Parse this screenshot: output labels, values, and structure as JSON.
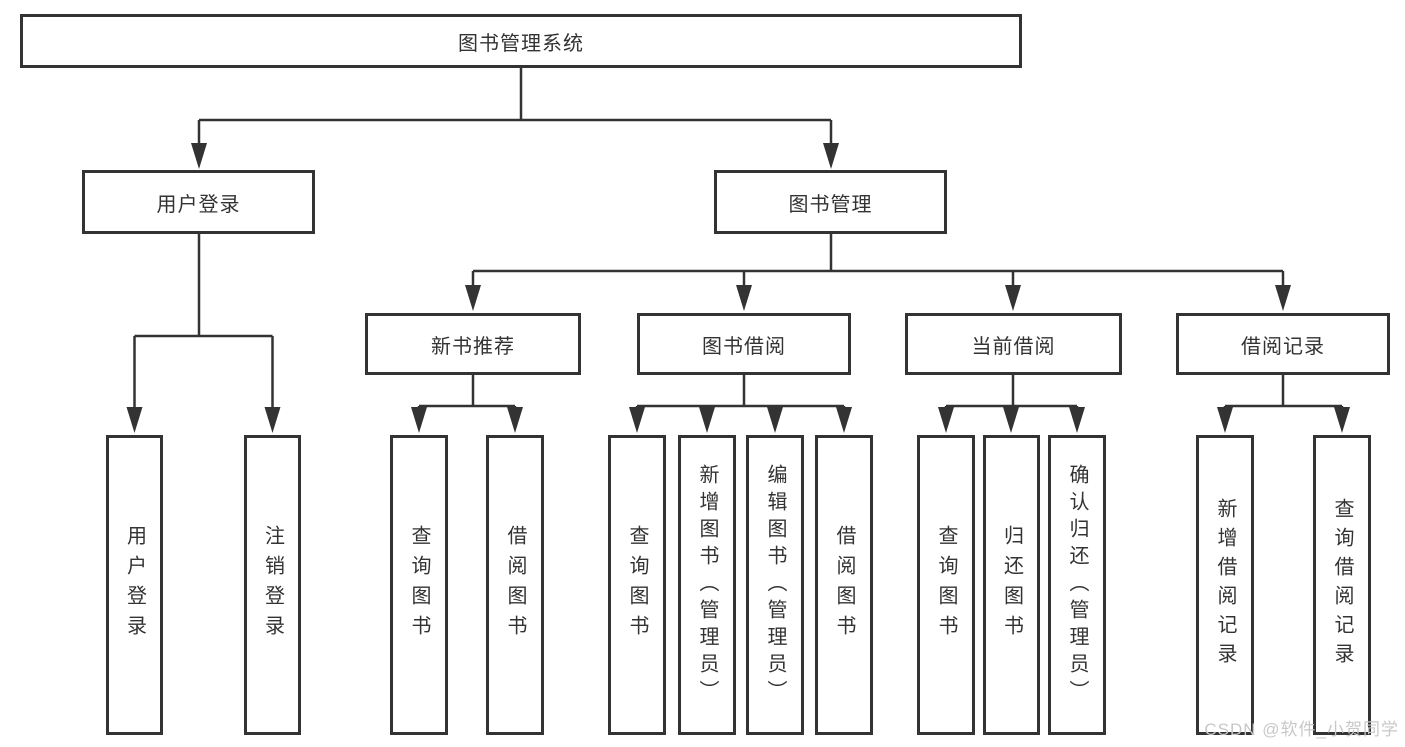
{
  "tree": {
    "root": {
      "label": "图书管理系统",
      "children": [
        {
          "label": "用户登录",
          "children": [
            {
              "label": "用户登录"
            },
            {
              "label": "注销登录"
            }
          ]
        },
        {
          "label": "图书管理",
          "children": [
            {
              "label": "新书推荐",
              "children": [
                {
                  "label": "查询图书"
                },
                {
                  "label": "借阅图书"
                }
              ]
            },
            {
              "label": "图书借阅",
              "children": [
                {
                  "label": "查询图书"
                },
                {
                  "label": "新增图书（管理员）"
                },
                {
                  "label": "编辑图书（管理员）"
                },
                {
                  "label": "借阅图书"
                }
              ]
            },
            {
              "label": "当前借阅",
              "children": [
                {
                  "label": "查询图书"
                },
                {
                  "label": "归还图书"
                },
                {
                  "label": "确认归还（管理员）"
                }
              ]
            },
            {
              "label": "借阅记录",
              "children": [
                {
                  "label": "新增借阅记录"
                },
                {
                  "label": "查询借阅记录"
                }
              ]
            }
          ]
        }
      ]
    }
  },
  "watermark": {
    "text": "CSDN @软件_小贺同学",
    "color": "#c8c8c8"
  },
  "colors": {
    "line": "#333333",
    "box_border": "#333333",
    "box_fill": "#ffffff",
    "text": "#333333",
    "background": "#ffffff"
  }
}
